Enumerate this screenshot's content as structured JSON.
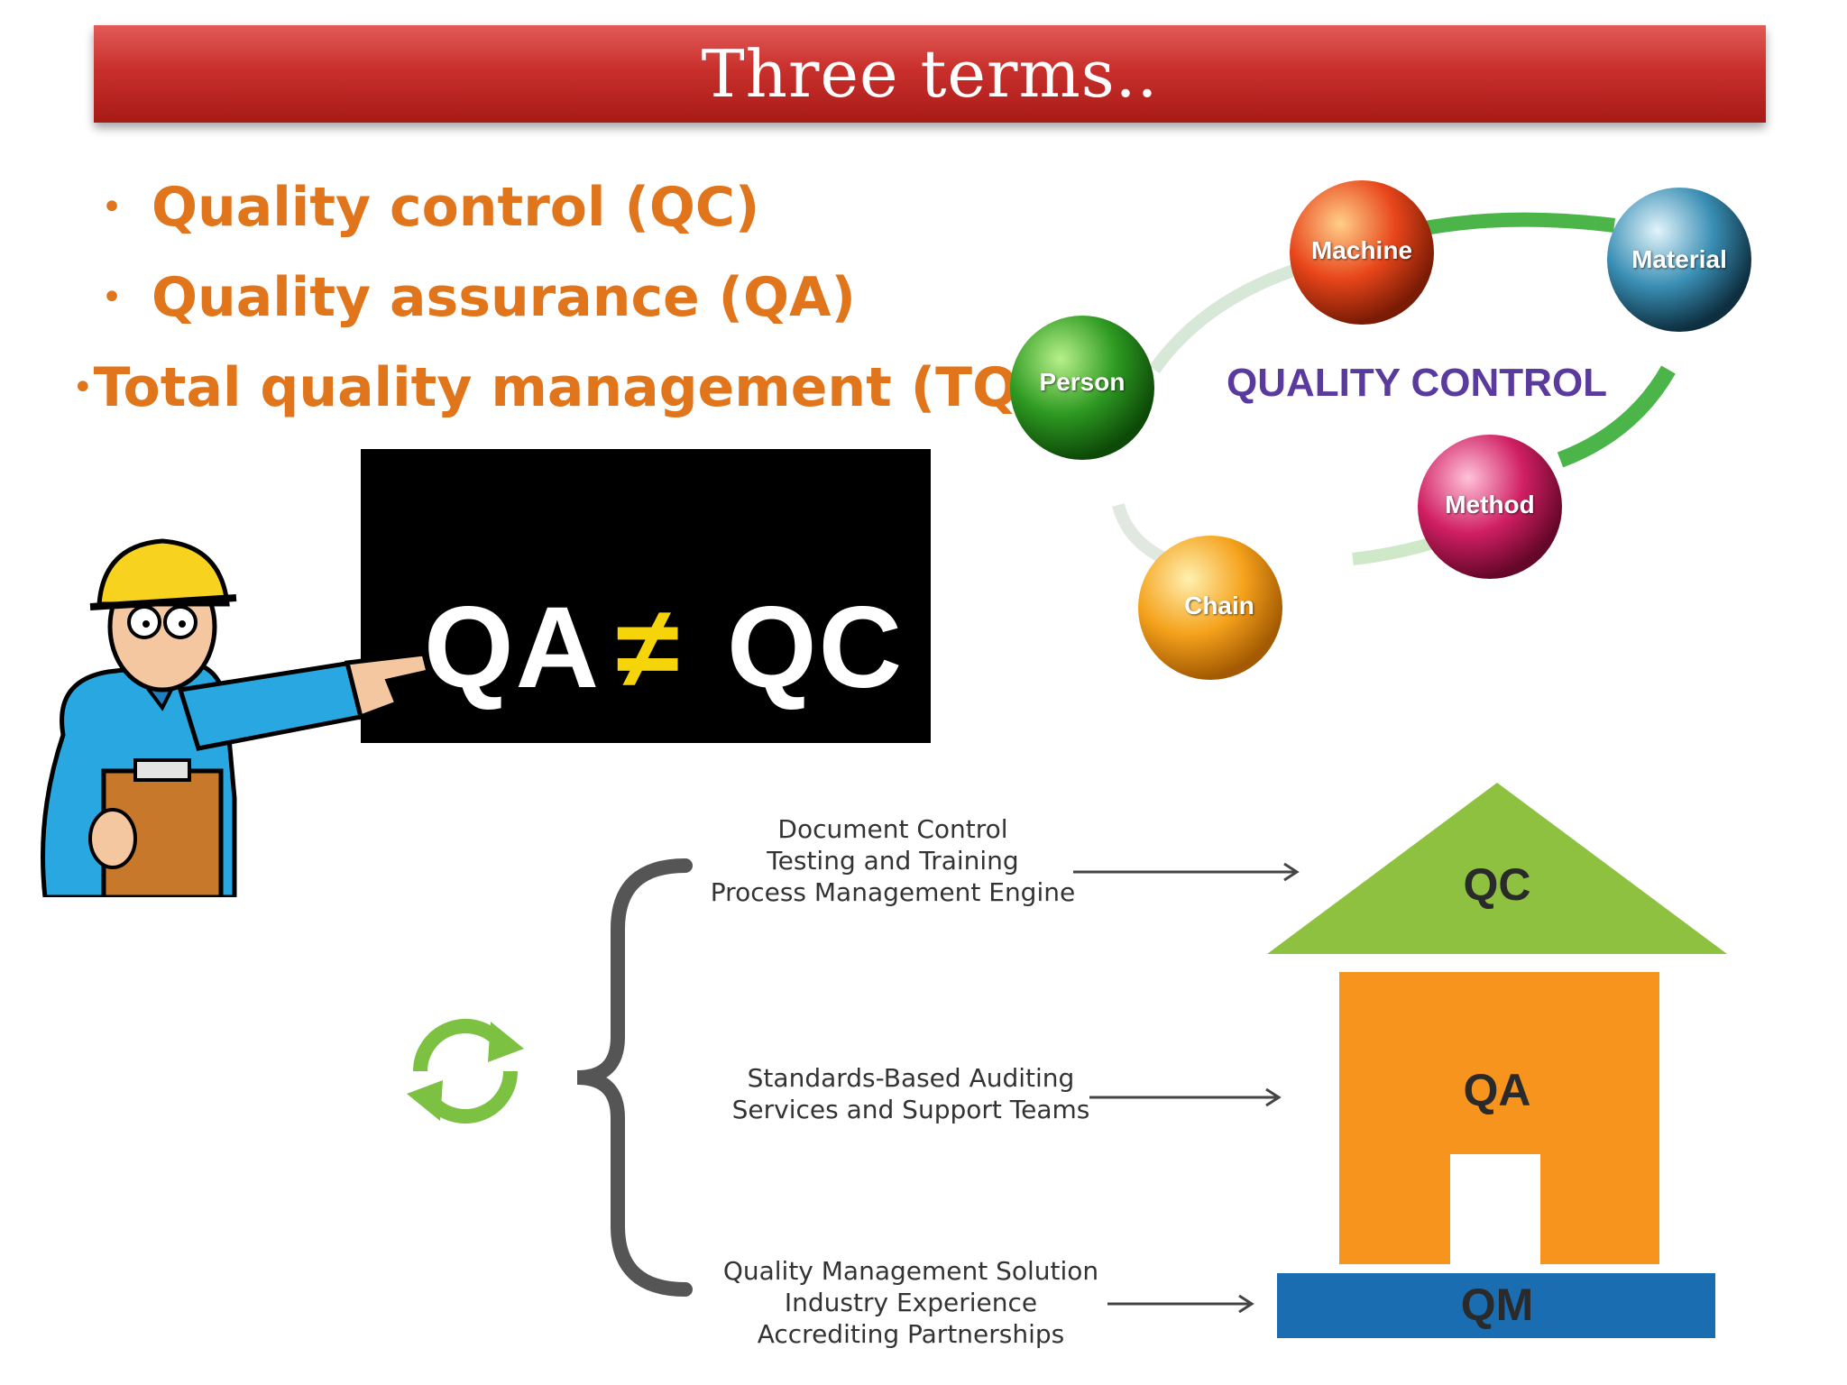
{
  "slide": {
    "title": "Three terms..",
    "bullets": [
      "Quality control (QC)",
      "Quality assurance (QA)",
      "Total quality management (TQM)"
    ]
  },
  "qa_qc_sign": {
    "left": "QA",
    "symbol": "≠",
    "right": "QC"
  },
  "qc_cycle": {
    "center_label": "QUALITY CONTROL",
    "nodes": [
      "Person",
      "Machine",
      "Material",
      "Method",
      "Chain"
    ],
    "colors": {
      "person": "#2e9a22",
      "machine": "#e8461a",
      "material": "#3a8fb5",
      "method": "#d01f63",
      "chain": "#f5a21c",
      "path": "#4cb54a"
    }
  },
  "house": {
    "roof_label": "QC",
    "body_label": "QA",
    "base_label": "QM",
    "colors": {
      "roof": "#8dc13f",
      "body": "#f7941d",
      "base": "#1a6db1"
    },
    "qc_items": [
      "Document Control",
      "Testing and Training",
      "Process Management Engine"
    ],
    "qa_items": [
      "Standards-Based Auditing",
      "Services and Support Teams"
    ],
    "qm_items": [
      "Quality Management Solution",
      "Industry Experience",
      "Accrediting Partnerships"
    ]
  },
  "icons": {
    "cycle": "refresh-cycle-icon",
    "inspector": "inspector-pointing-icon"
  }
}
